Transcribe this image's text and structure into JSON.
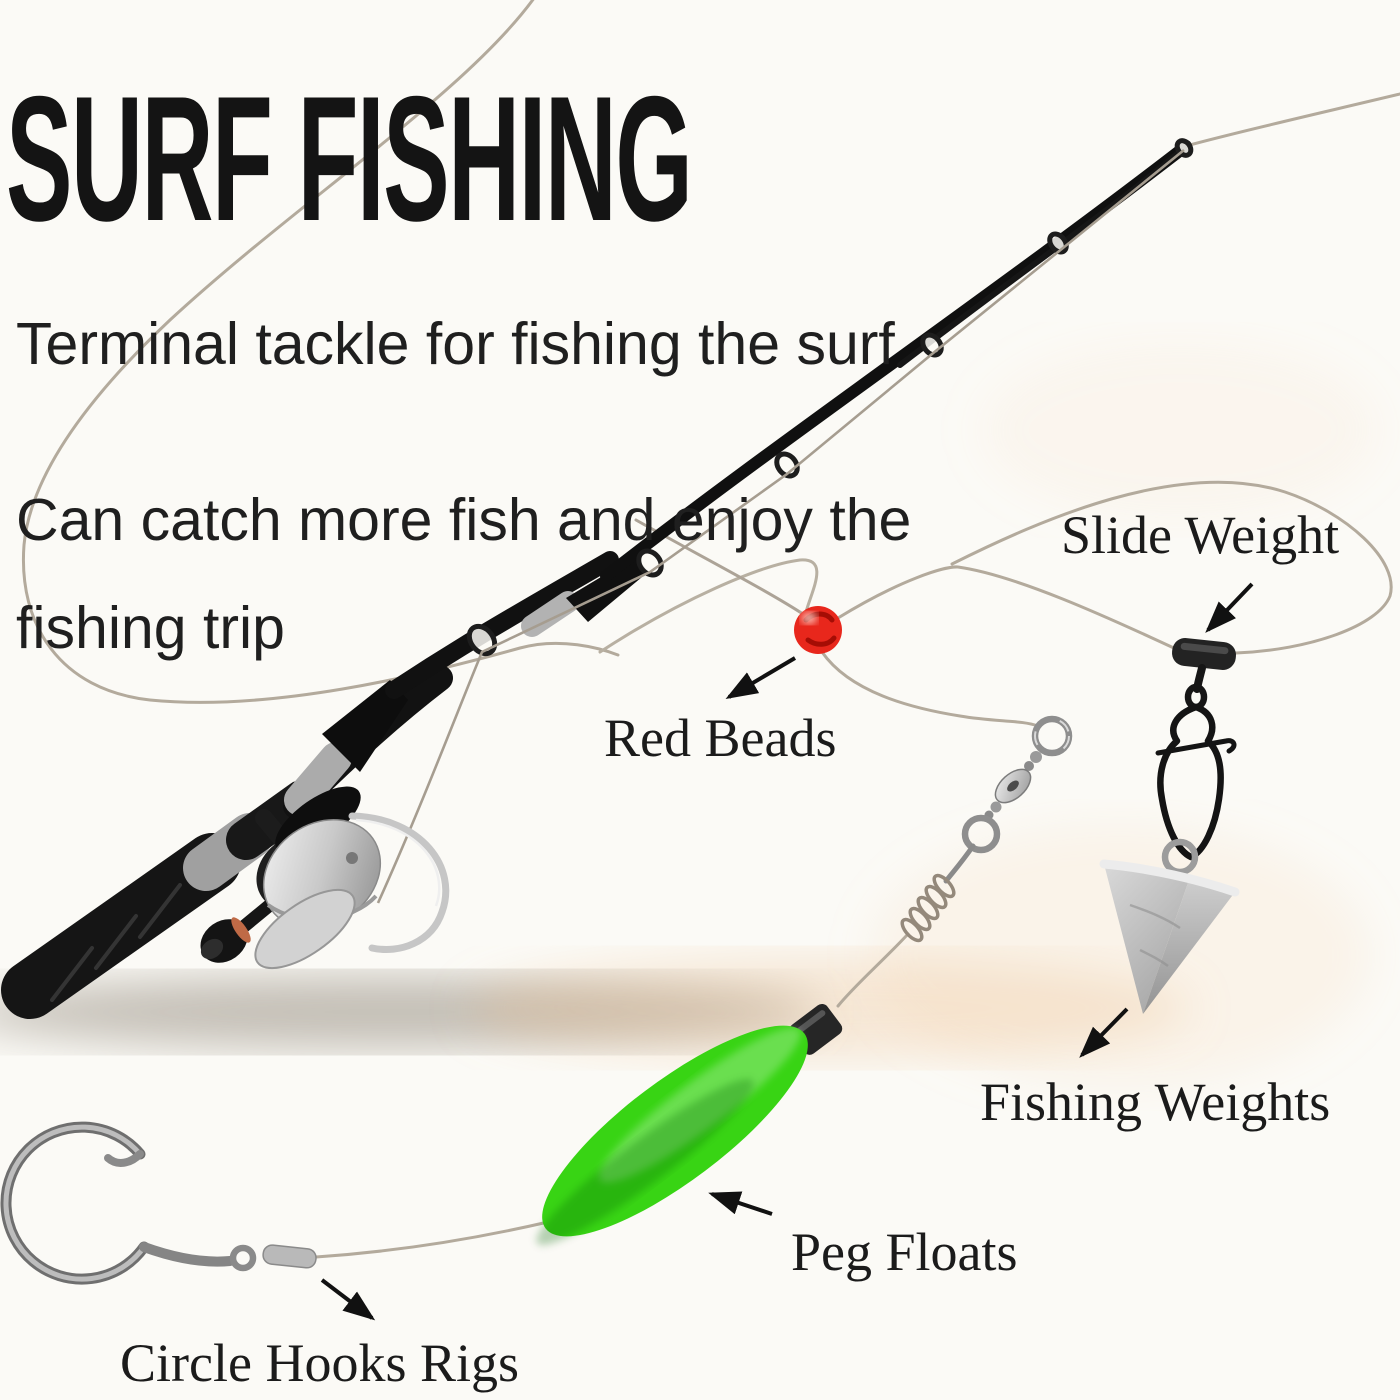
{
  "header": {
    "title": "SURF FISHING",
    "subtitle": "Terminal tackle for fishing the surf",
    "description_line1": "Can catch more fish and enjoy the",
    "description_line2": "fishing trip"
  },
  "callouts": {
    "slide_weight": "Slide Weight",
    "red_beads": "Red Beads",
    "fishing_weights": "Fishing Weights",
    "peg_floats": "Peg Floats",
    "circle_hooks_rigs": "Circle Hooks Rigs"
  },
  "components": [
    "fishing-rod",
    "spinning-reel",
    "fishing-line",
    "red-bead",
    "slide-weight-sinker-slider",
    "snap-clip",
    "barrel-swivel",
    "pyramid-sinker",
    "peg-float",
    "circle-hook",
    "crimp-sleeve"
  ],
  "colors": {
    "background": "#fbfaf6",
    "heading_text": "#141414",
    "label_text": "#1b1b1b",
    "line_tan": "#b3aa9c",
    "bead_red": "#e8271c",
    "float_green": "#38d414",
    "rod_black": "#151515",
    "metal_silver": "#c2c2c2",
    "sinker_gray": "#bfbfbf",
    "knob_orange": "#bf6a46"
  }
}
